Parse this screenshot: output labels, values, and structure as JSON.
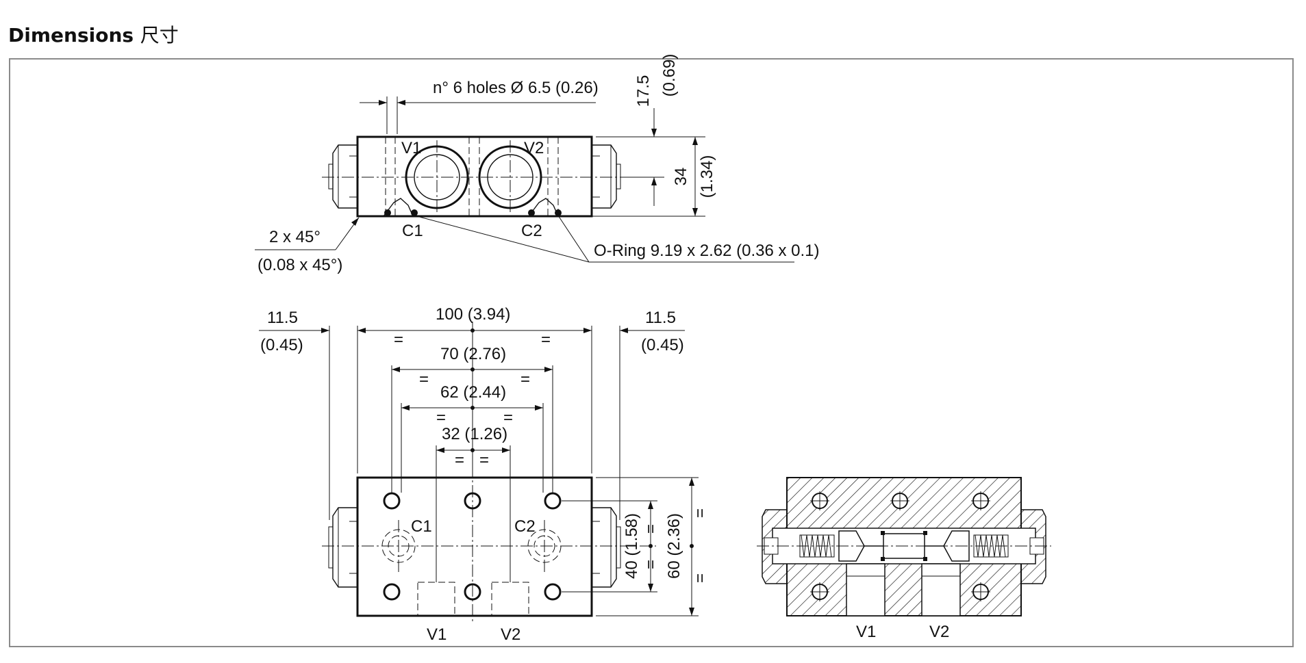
{
  "header": {
    "title": "Dimensions",
    "title_cn": "尺寸"
  },
  "top_view": {
    "holes_note": "n° 6 holes Ø 6.5 (0.26)",
    "dim_17_5": "17.5",
    "dim_0_69": "(0.69)",
    "dim_34": "34",
    "dim_1_34": "(1.34)",
    "port_v1": "V1",
    "port_v2": "V2",
    "port_c1": "C1",
    "port_c2": "C2",
    "chamfer": "2 x 45°",
    "chamfer_in": "(0.08 x 45°)",
    "oring": "O-Ring 9.19 x 2.62 (0.36 x 0.1)"
  },
  "front_view": {
    "dim_11_5_left": "11.5",
    "dim_0_45_left": "(0.45)",
    "dim_11_5_right": "11.5",
    "dim_0_45_right": "(0.45)",
    "dim_100": "100 (3.94)",
    "dim_70": "70 (2.76)",
    "dim_62": "62 (2.44)",
    "dim_32": "32 (1.26)",
    "dim_40": "40 (1.58)",
    "dim_60": "60 (2.36)",
    "equal": "=",
    "port_c1": "C1",
    "port_c2": "C2",
    "port_v1": "V1",
    "port_v2": "V2"
  },
  "section_view": {
    "port_v1": "V1",
    "port_v2": "V2"
  }
}
